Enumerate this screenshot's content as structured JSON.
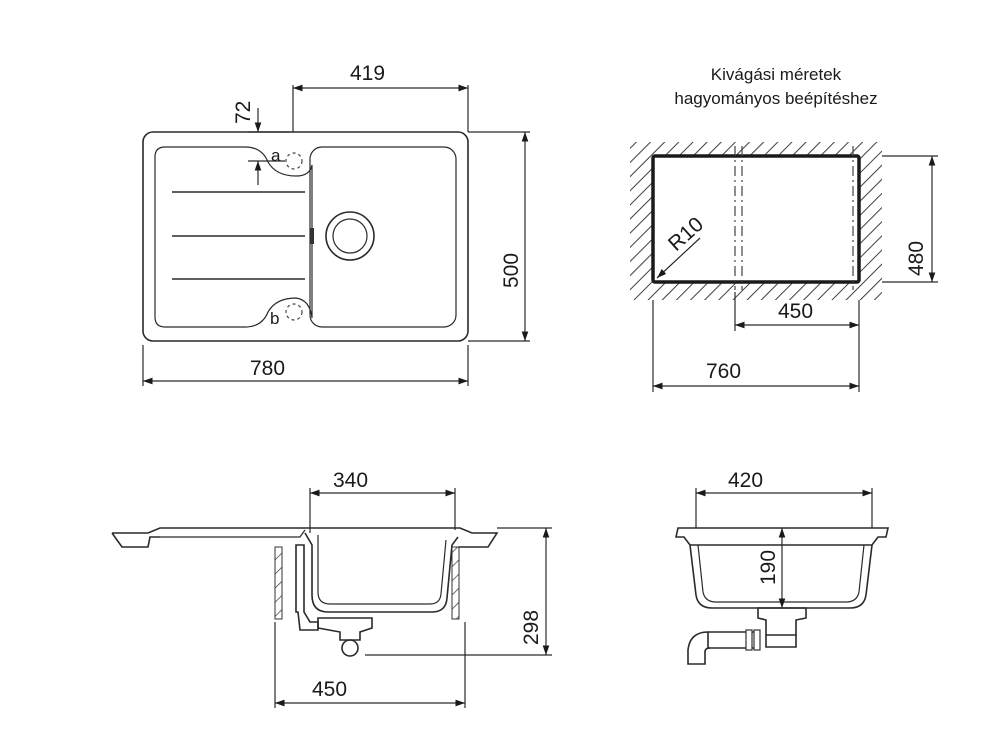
{
  "title": {
    "line1": "Kivágási méretek",
    "line2": "hagyományos beépítéshez"
  },
  "top_view": {
    "width_overall": "780",
    "bowl_width": "419",
    "height_overall": "500",
    "offset_top": "72",
    "label_a": "a",
    "label_b": "b"
  },
  "cutout": {
    "radius": "R10",
    "height": "480",
    "inner_width": "450",
    "width": "760"
  },
  "side_section": {
    "bowl_width": "340",
    "cabinet_width": "450",
    "depth": "298"
  },
  "front_section": {
    "bowl_width": "420",
    "bowl_depth": "190"
  }
}
